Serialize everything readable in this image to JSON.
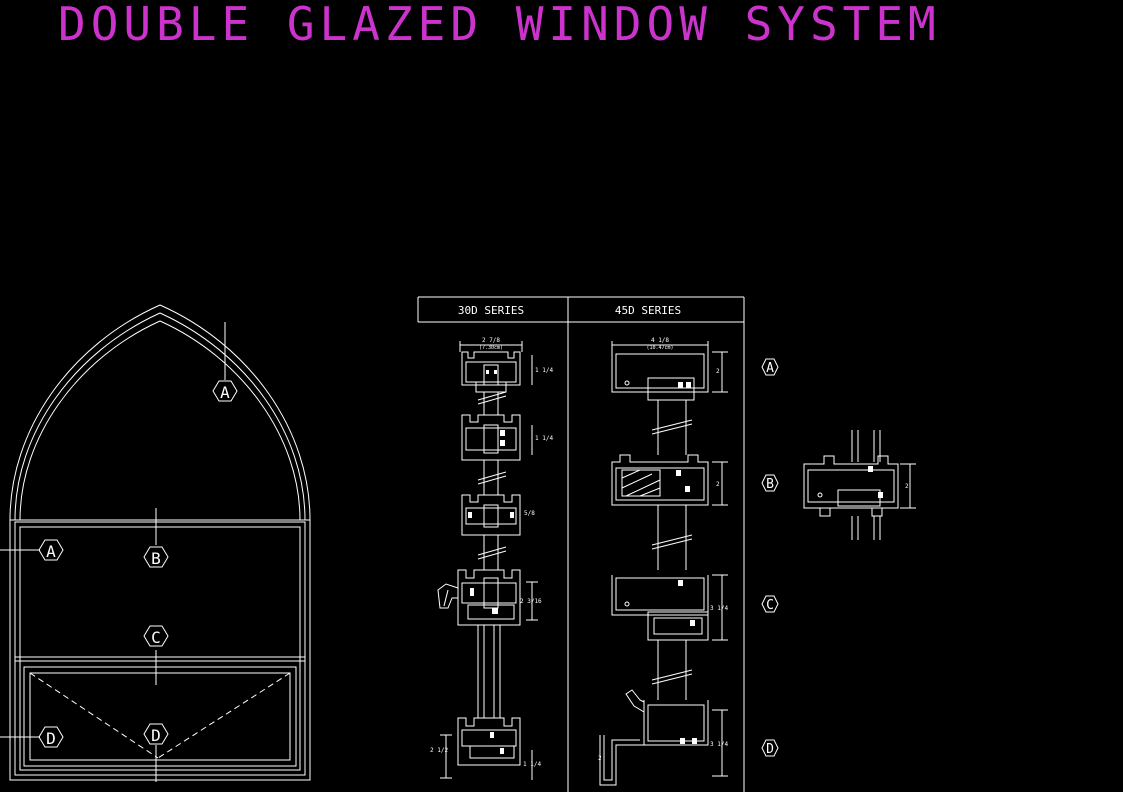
{
  "title": "DOUBLE GLAZED WINDOW SYSTEM",
  "colors": {
    "background": "#000000",
    "title": "#cc33cc",
    "lines": "#ffffff"
  },
  "table": {
    "col1_header": "30D SERIES",
    "col2_header": "45D SERIES"
  },
  "elevation_tags": {
    "a_top": "A",
    "a_left": "A",
    "b": "B",
    "c": "C",
    "d_left": "D",
    "d_center": "D"
  },
  "section_tags": {
    "a": "A",
    "b": "B",
    "c": "C",
    "d": "D"
  },
  "dims_30d": {
    "width_top": "2 7/8",
    "width_top_metric": "(7.30cm)",
    "d1": "1 1/4",
    "d2": "1 1/4",
    "d3": "5/8",
    "d4": "2 3/16",
    "d5": "2 1/2",
    "d6": "1 1/4"
  },
  "dims_45d": {
    "width_top": "4 1/8",
    "width_top_metric": "(10.47cm)",
    "d1": "2",
    "d2": "2",
    "d3": "3 1/4",
    "d4": "3 1/4",
    "d5": "2"
  },
  "dims_extra": {
    "d1": "2"
  }
}
